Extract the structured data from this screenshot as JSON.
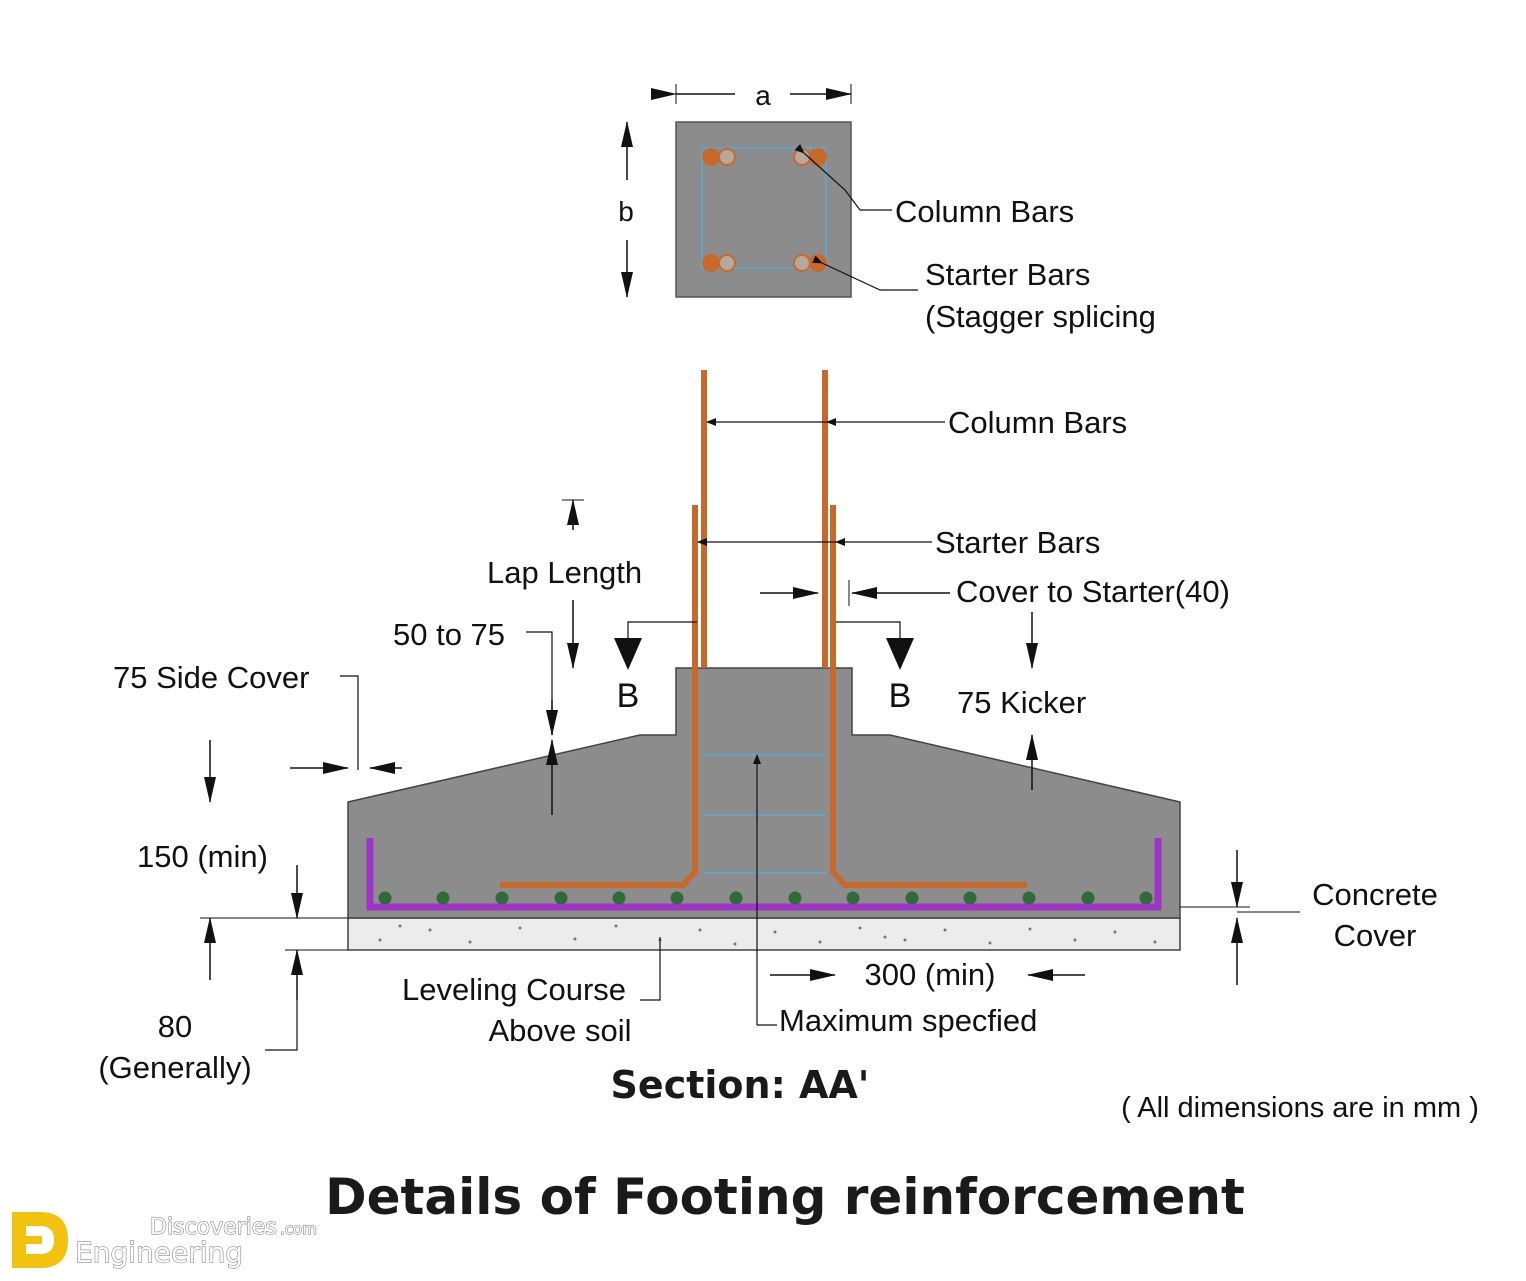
{
  "labels": {
    "dim_a": "a",
    "dim_b": "b",
    "plan_column_bars": "Column Bars",
    "plan_starter_bars": "Starter Bars",
    "plan_stagger": "(Stagger splicing",
    "column_bars": "Column Bars",
    "starter_bars": "Starter Bars",
    "cover_to_starter": "Cover to Starter(40)",
    "lap_length": "Lap Length",
    "fifty_to_75": "50 to 75",
    "side_cover": "75 Side Cover",
    "section_b_left": "B",
    "section_b_right": "B",
    "kicker": "75 Kicker",
    "min_150": "150 (min)",
    "concrete_cover_1": "Concrete",
    "concrete_cover_2": "Cover",
    "min_300": "300 (min)",
    "leveling_1": "Leveling Course",
    "leveling_2": "Above soil",
    "max_specified": "Maximum specfied",
    "eighty": "80",
    "generally": "(Generally)",
    "section_title": "Section: AA'",
    "units_note": "( All dimensions are in mm )",
    "main_title": "Details of Footing reinforcement"
  },
  "watermark": {
    "line1": "Discoveries",
    "suffix": ".com",
    "line2": "Engineering"
  },
  "colors": {
    "concrete": "#8c8c8c",
    "rebar": "#c8692c",
    "stirrup": "#9e35c4",
    "bottom_bar": "#2f6b3a",
    "tie": "#5aa9d6",
    "leveling": "#ececec",
    "logo": "#f2c20f"
  }
}
